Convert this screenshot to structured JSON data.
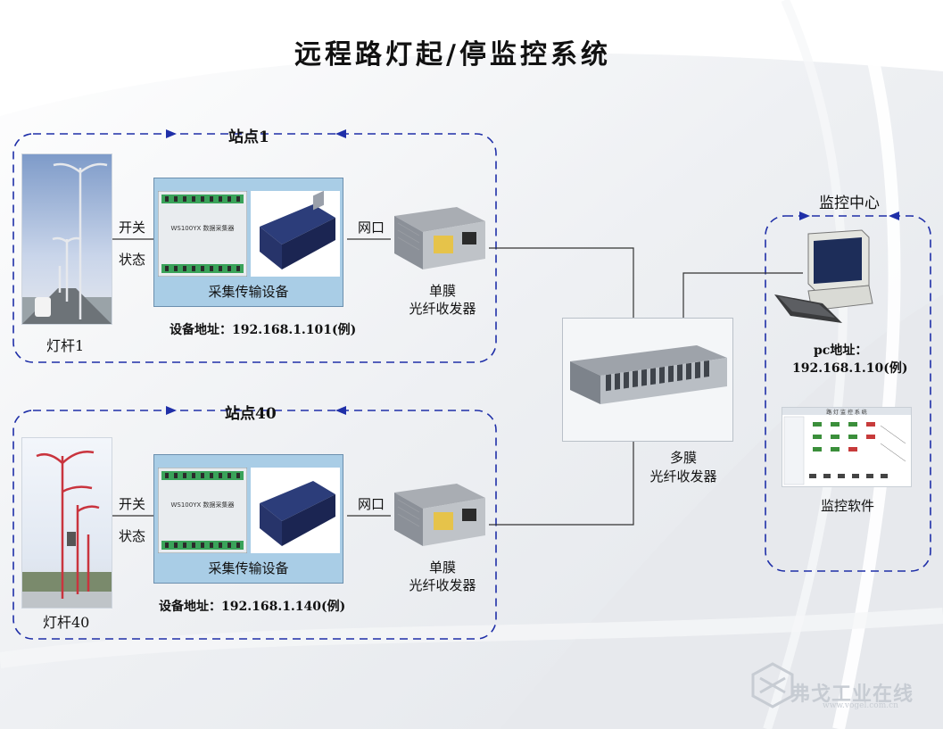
{
  "title": "远程路灯起/停监控系统",
  "station1": {
    "label": "站点1",
    "pole_label": "灯杆1",
    "switch_label_1": "开关",
    "switch_label_2": "状态",
    "collector_caption": "采集传输设备",
    "address": "设备地址：192.168.1.101(例)",
    "port_label": "网口",
    "transceiver_label_1": "单膜",
    "transceiver_label_2": "光纤收发器",
    "device_print": "WS100YX 数据采集器"
  },
  "station40": {
    "label": "站点40",
    "pole_label": "灯杆40",
    "switch_label_1": "开关",
    "switch_label_2": "状态",
    "collector_caption": "采集传输设备",
    "address": "设备地址：192.168.1.140(例)",
    "port_label": "网口",
    "transceiver_label_1": "单膜",
    "transceiver_label_2": "光纤收发器",
    "device_print": "WS100YX 数据采集器"
  },
  "multimode": {
    "label_1": "多膜",
    "label_2": "光纤收发器"
  },
  "monitor_center": {
    "label": "监控中心",
    "pc_label": "pc地址：",
    "pc_address": "192.168.1.10(例)",
    "software_label": "监控软件",
    "software_screen_title": "路 灯 监 控 系 统"
  },
  "watermark": {
    "text": "弗戈工业在线",
    "url": "www.vogel.com.cn"
  },
  "colors": {
    "dashed_border": "#1f2fa8",
    "collector_bg": "#a9cde6",
    "line": "#333333"
  }
}
